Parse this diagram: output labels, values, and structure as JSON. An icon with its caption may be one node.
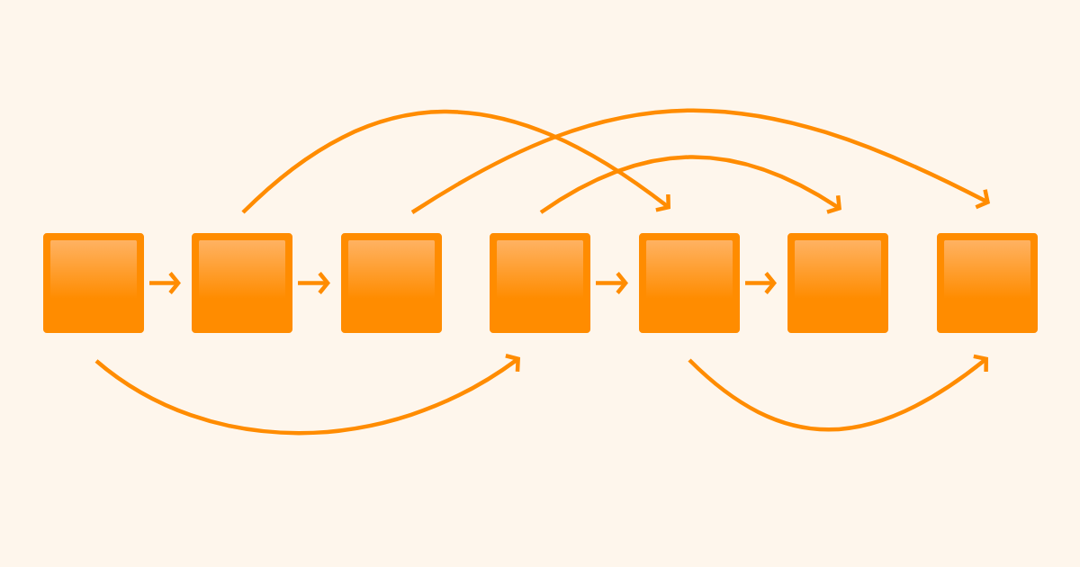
{
  "diagram": {
    "nodes": [
      {
        "text": [],
        "shape": "box"
      },
      {
        "text": [],
        "shape": "box"
      },
      {
        "text": [],
        "shape": "box"
      },
      {
        "text": [],
        "shape": "box"
      },
      {
        "text": [],
        "shape": "box"
      },
      {
        "text": [],
        "shape": "box"
      },
      {
        "text": [],
        "shape": "box"
      }
    ],
    "edges": [
      {
        "from": 1,
        "to": 4,
        "arrow": "to"
      },
      {
        "from": 2,
        "to": 6,
        "arrow": "to"
      },
      {
        "from": 3,
        "to": 5,
        "arrow": "to"
      },
      {
        "from": 0,
        "to": 1,
        "arrow": "to"
      },
      {
        "from": 1,
        "to": 2,
        "arrow": "to"
      },
      {
        "from": 3,
        "to": 4,
        "arrow": "to"
      },
      {
        "from": 4,
        "to": 5,
        "arrow": "to"
      },
      {
        "from": 0,
        "to": 3,
        "arrow": "to"
      },
      {
        "from": 4,
        "to": 6,
        "arrow": "to"
      }
    ]
  }
}
